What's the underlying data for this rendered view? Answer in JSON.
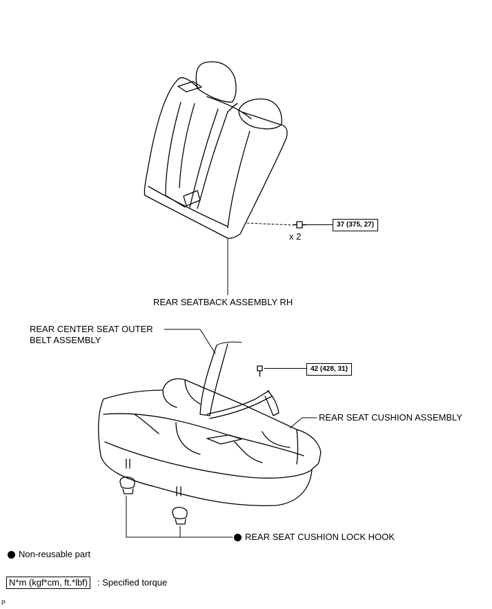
{
  "labels": {
    "seatback": "REAR SEATBACK ASSEMBLY RH",
    "center_belt_line1": "REAR CENTER SEAT OUTER",
    "center_belt_line2": "BELT ASSEMBLY",
    "cushion": "REAR SEAT CUSHION ASSEMBLY",
    "lock_hook": "REAR SEAT CUSHION LOCK HOOK"
  },
  "torques": {
    "seatback_bolt": "37 (375, 27)",
    "belt_bolt": "42 (428, 31)"
  },
  "quantity": "x 2",
  "legend": {
    "non_reusable": "Non-reusable part",
    "torque_unit": "N*m (kgf*cm, ft.*lbf)",
    "torque_desc": ": Specified torque"
  },
  "footer_code": "P",
  "colors": {
    "line": "#000000",
    "background": "#ffffff"
  }
}
